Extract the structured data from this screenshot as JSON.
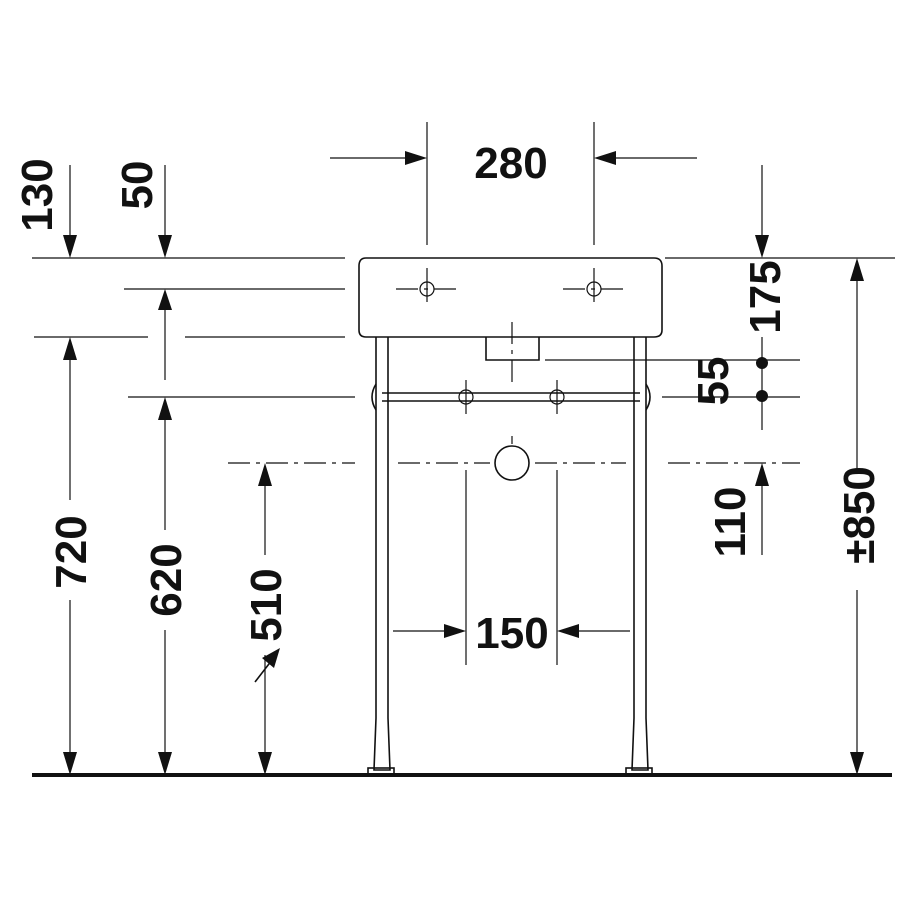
{
  "dimensions": {
    "d280": "280",
    "d130": "130",
    "d50": "50",
    "d175": "175",
    "d55": "55",
    "d850": "850",
    "d850_prefix": "±",
    "d110": "110",
    "d720": "720",
    "d620": "620",
    "d510": "510",
    "d150": "150"
  }
}
